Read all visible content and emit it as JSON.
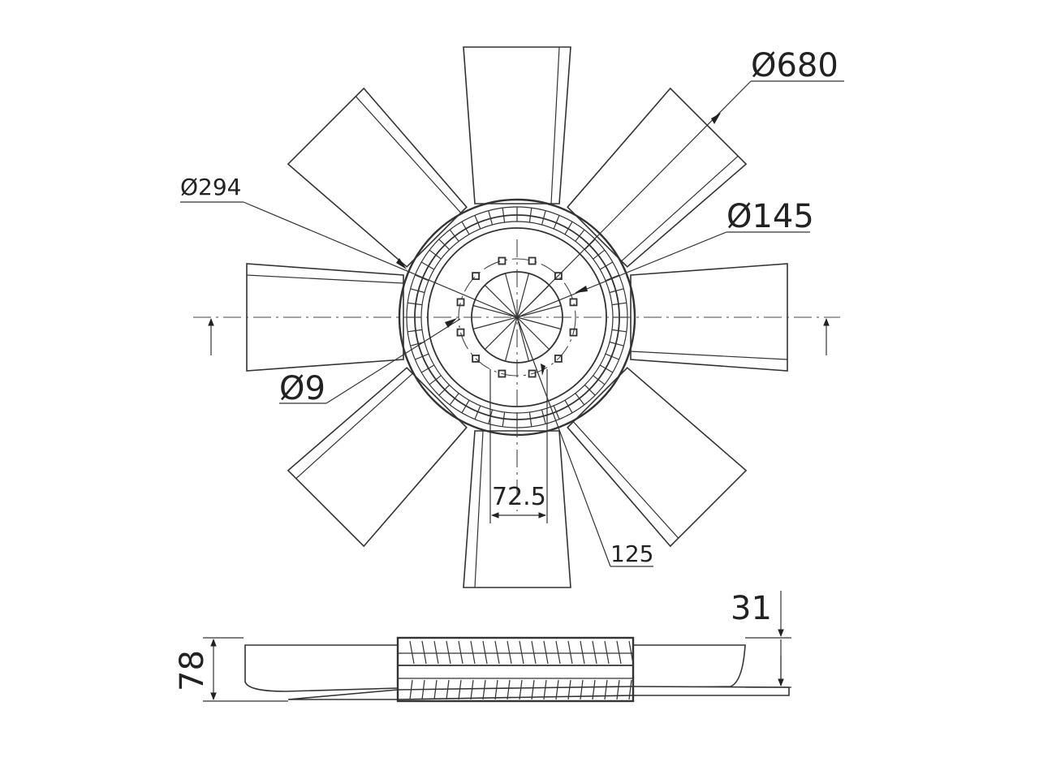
{
  "dimensions": {
    "outer_diameter": "Ø680",
    "ring_diameter": "Ø294",
    "hub_diameter": "Ø145",
    "bolt_hole": "Ø9",
    "bolt_spacing": "72.5",
    "bolt_circle": "125",
    "total_height": "78",
    "hub_offset": "31"
  },
  "geometry": {
    "blade_count": 8,
    "bolt_count": 12
  },
  "colors": {
    "stroke": "#333333",
    "background": "#ffffff"
  }
}
